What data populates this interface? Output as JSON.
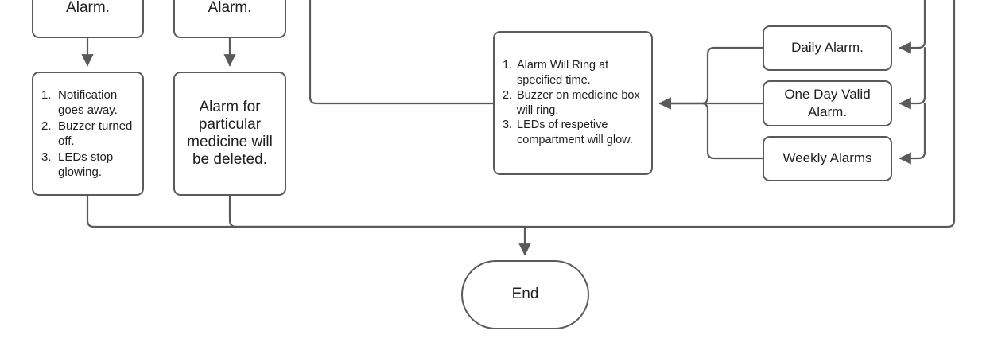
{
  "diagram": {
    "title": "Medicine Box Alarm Flowchart (lower portion)",
    "stroke_color": "#5a5a5a",
    "text_color": "#1f1f1f",
    "background_color": "#ffffff"
  },
  "nodes": {
    "set_alarm_left": {
      "label": "Alarm."
    },
    "set_alarm_right": {
      "label": "Alarm."
    },
    "notification_off": {
      "items": [
        "Notification goes away.",
        "Buzzer turned off.",
        "LEDs stop glowing."
      ]
    },
    "alarm_deleted": {
      "label": "Alarm for particular medicine will be deleted."
    },
    "alarm_actions": {
      "items": [
        "Alarm Will Ring at specified time.",
        "Buzzer on medicine box will ring.",
        "LEDs of respetive compartment will glow."
      ]
    },
    "daily_alarm": {
      "label": "Daily Alarm."
    },
    "one_day_alarm": {
      "label": "One Day Valid Alarm."
    },
    "weekly_alarms": {
      "label": "Weekly Alarms"
    },
    "end": {
      "label": "End"
    }
  }
}
